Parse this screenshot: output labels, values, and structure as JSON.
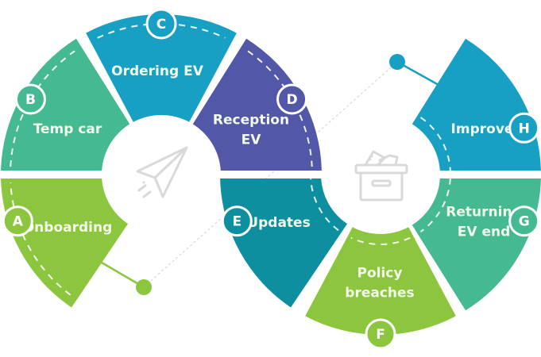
{
  "diagram": {
    "title": "EV lifecycle infinity loop",
    "steps": [
      {
        "letter": "A",
        "label": [
          "Onboarding"
        ],
        "color": "#8cc63f"
      },
      {
        "letter": "B",
        "label": [
          "Temp car"
        ],
        "color": "#45b992"
      },
      {
        "letter": "C",
        "label": [
          "Ordering EV"
        ],
        "color": "#17a0c4"
      },
      {
        "letter": "D",
        "label": [
          "Reception",
          "EV"
        ],
        "color": "#5257a8"
      },
      {
        "letter": "E",
        "label": [
          "Updates"
        ],
        "color": "#0d8f9f"
      },
      {
        "letter": "F",
        "label": [
          "Policy",
          "breaches"
        ],
        "color": "#8cc63f"
      },
      {
        "letter": "G",
        "label": [
          "Returning",
          "EV end"
        ],
        "color": "#45b992"
      },
      {
        "letter": "H",
        "label": [
          "Improve"
        ],
        "color": "#17a0c4"
      }
    ],
    "icons": {
      "left_center": "paper-plane-icon",
      "right_center": "archive-box-icon"
    },
    "connectors": {
      "left_dot_color": "#8cc63f",
      "right_dot_color": "#17a0c4",
      "dotted_line_color": "#cfcfcf"
    }
  }
}
